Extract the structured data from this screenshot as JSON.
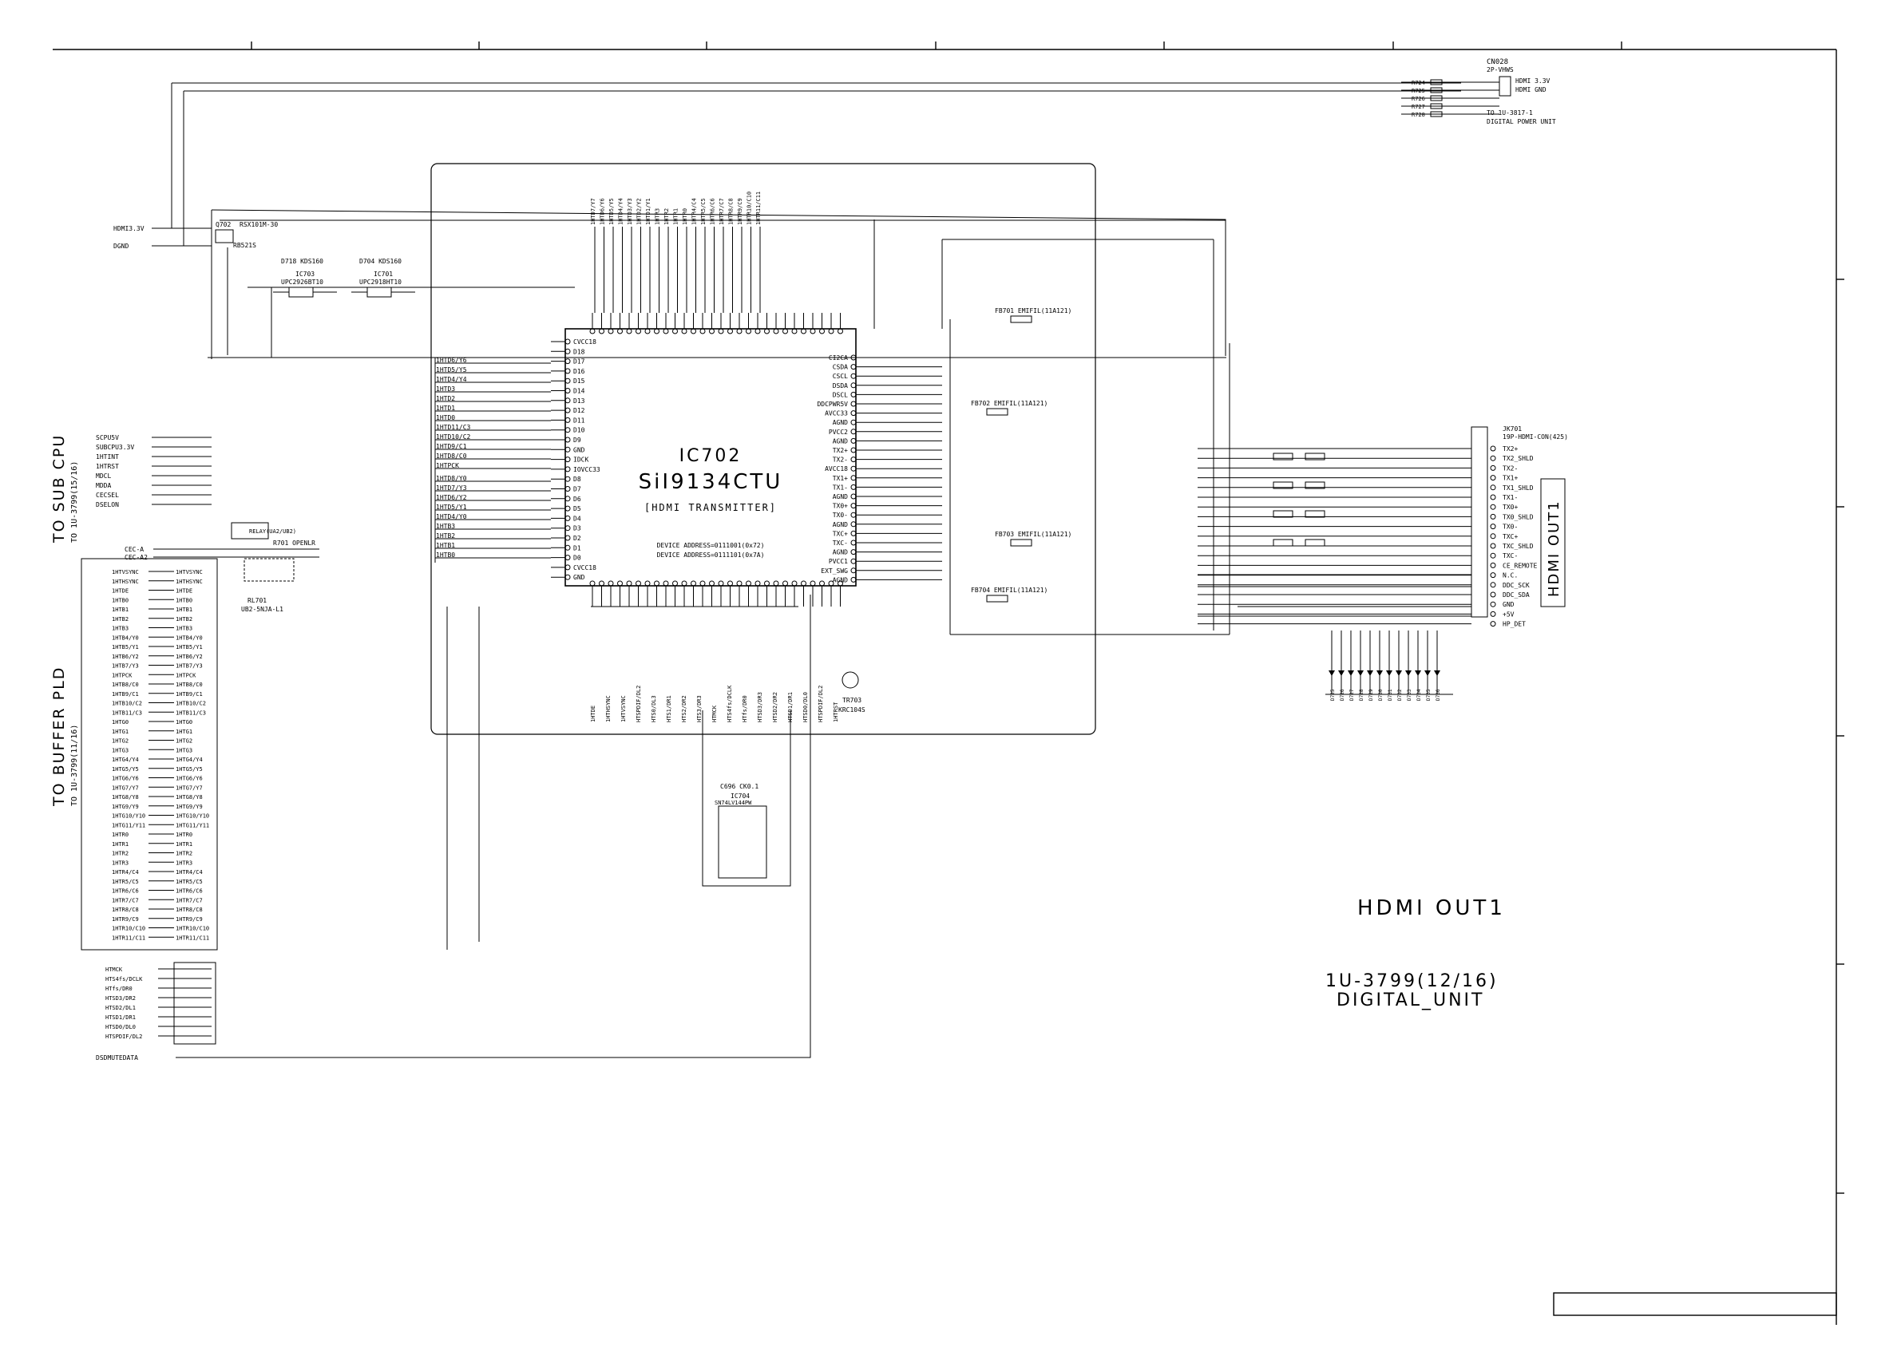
{
  "chip": {
    "ref": "IC702",
    "part": "SiI9134CTU",
    "desc": "[HDMI TRANSMITTER]",
    "addr1": "DEVICE ADDRESS=0111001(0x72)",
    "addr2": "DEVICE ADDRESS=0111101(0x7A)",
    "left_pins": [
      "CVCC18",
      "D18",
      "D17",
      "D16",
      "D15",
      "D14",
      "D13",
      "D12",
      "D11",
      "D10",
      "D9",
      "GND",
      "IDCK",
      "IOVCC33",
      "D8",
      "D7",
      "D6",
      "D5",
      "D4",
      "D3",
      "D2",
      "D1",
      "D0",
      "CVCC18",
      "GND"
    ],
    "right_pins": [
      "CI2CA",
      "CSDA",
      "CSCL",
      "DSDA",
      "DSCL",
      "DDCPWR5V",
      "AVCC33",
      "AGND",
      "PVCC2",
      "AGND",
      "TX2+",
      "TX2-",
      "AVCC18",
      "TX1+",
      "TX1-",
      "AGND",
      "TX0+",
      "TX0-",
      "AGND",
      "TXC+",
      "TXC-",
      "AGND",
      "PVCC1",
      "EXT_SWG",
      "AGND"
    ]
  },
  "left_bus_nets": [
    "1HTD6/Y6",
    "1HTD5/Y5",
    "1HTD4/Y4",
    "1HTD3",
    "1HTD2",
    "1HTD1",
    "1HTD0",
    "1HTD11/C3",
    "1HTD10/C2",
    "1HTD9/C1",
    "1HTD8/C0",
    "1HTPCK",
    "1HTD8/Y0",
    "1HTD7/Y3",
    "1HTD6/Y2",
    "1HTD5/Y1",
    "1HTD4/Y0",
    "1HTB3",
    "1HTB2",
    "1HTB1",
    "1HTB0"
  ],
  "top_bus_nets": [
    "1HTD7/Y7",
    "1HTD6/Y6",
    "1HTD5/Y5",
    "1HTD4/Y4",
    "1HTD3/Y3",
    "1HTD2/Y2",
    "1HTD1/Y1",
    "1HTR3",
    "1HTR2",
    "1HTR1",
    "1HTR0",
    "1HTR4/C4",
    "1HTR5/C5",
    "1HTR6/C6",
    "1HTR7/C7",
    "1HTR8/C8",
    "1HTR9/C9",
    "1HTR10/C10",
    "1HTR11/C11"
  ],
  "bottom_bus_nets": [
    "1HTDE",
    "1HTHSYNC",
    "1HTVSYNC",
    "HTSPDIF/DL2",
    "HTS0/DL3",
    "HTS1/DR1",
    "HTS2/DR2",
    "HTS3/DR3",
    "HTMCK",
    "HTS4fs/DCLK",
    "HTfs/DR0",
    "HTSD3/DR3",
    "HTSD2/DR2",
    "HTSD1/DR1",
    "HTSD0/DL0",
    "HTSPDIF/DL2",
    "1HTRST"
  ],
  "connector_top": {
    "ref": "CN028",
    "part": "2P-VHWS",
    "pins": [
      "HDMI 3.3V",
      "HDMI GND"
    ],
    "resistors": [
      "R724",
      "R725",
      "R726",
      "R727",
      "R728"
    ],
    "dest": "TO 1U-3817-1",
    "dest2": "DIGITAL POWER UNIT"
  },
  "hdmi_connector": {
    "ref": "JK701",
    "part": "19P-HDMI-CON(425)",
    "pins": [
      "TX2+",
      "TX2_SHLD",
      "TX2-",
      "TX1+",
      "TX1_SHLD",
      "TX1-",
      "TX0+",
      "TX0_SHLD",
      "TX0-",
      "TXC+",
      "TXC_SHLD",
      "TXC-",
      "CE_REMOTE",
      "N.C.",
      "DDC_SCK",
      "DDC_SDA",
      "GND",
      "+5V",
      "HP_DET"
    ],
    "vertical_label": "HDMI OUT1"
  },
  "sub_cpu": {
    "title": "TO SUB CPU",
    "ref": "TO 1U-3799(15/16)",
    "nets": [
      "SCPU5V",
      "SUBCPU3.3V",
      "1HTINT",
      "1HTRST",
      "MDCL",
      "MDDA",
      "CECSEL",
      "DSELON"
    ]
  },
  "buffer_pld": {
    "title": "TO BUFFER PLD",
    "ref": "TO 1U-3799(11/16)",
    "nets": [
      "1HTVSYNC",
      "1HTHSYNC",
      "1HTDE",
      "1HTB0",
      "1HTB1",
      "1HTB2",
      "1HTB3",
      "1HTB4/Y0",
      "1HTB5/Y1",
      "1HTB6/Y2",
      "1HTB7/Y3",
      "1HTPCK",
      "1HTB8/C0",
      "1HTB9/C1",
      "1HTB10/C2",
      "1HTB11/C3",
      "1HTG0",
      "1HTG1",
      "1HTG2",
      "1HTG3",
      "1HTG4/Y4",
      "1HTG5/Y5",
      "1HTG6/Y6",
      "1HTG7/Y7",
      "1HTG8/Y8",
      "1HTG9/Y9",
      "1HTG10/Y10",
      "1HTG11/Y11",
      "1HTR0",
      "1HTR1",
      "1HTR2",
      "1HTR3",
      "1HTR4/C4",
      "1HTR5/C5",
      "1HTR6/C6",
      "1HTR7/C7",
      "1HTR8/C8",
      "1HTR9/C9",
      "1HTR10/C10",
      "1HTR11/C11"
    ]
  },
  "audio_nets": [
    "HTMCK",
    "HTS4fs/DCLK",
    "HTfs/DR0",
    "HTSD3/DR2",
    "HTSD2/DL1",
    "HTSD1/DR1",
    "HTSD0/DL0",
    "HTSPDIF/DL2"
  ],
  "power_nets": [
    "HDMI3.3V",
    "DGND"
  ],
  "cec_nets": [
    "CEC-A",
    "CEC-A2"
  ],
  "osd_net": "DSDMUTEDATA",
  "relay": {
    "ref": "RL701",
    "part": "UB2-5NJA-L1",
    "label": "RELAY(UA2/UB2)",
    "ctrl": "R701 OPENLR"
  },
  "regulators": [
    {
      "ref": "IC703",
      "part": "UPC2926BT10",
      "diode": "D718 KDS160"
    },
    {
      "ref": "IC701",
      "part": "UPC2918HT10",
      "diode": "D704 KDS160"
    }
  ],
  "power_input": {
    "ref": "Q702",
    "part": "RSX101M-30",
    "diode": "RB521S"
  },
  "ferrites": [
    "FB701 EMIFIL(11A121)",
    "FB702 EMIFIL(11A121)",
    "FB703 EMIFIL(11A121)",
    "FB704 EMIFIL(11A121)"
  ],
  "buffer_ic": {
    "ref": "IC704",
    "part": "SN74LV144PW",
    "cap": "C696 CK0.1"
  },
  "transistor_rst": {
    "ref": "TR703",
    "part": "KRC104S"
  },
  "esd_diodes": [
    "D725",
    "D726",
    "D727",
    "D728",
    "D729",
    "D730",
    "D731",
    "D732",
    "D733",
    "D734",
    "D735",
    "D736"
  ],
  "page_title": "HDMI OUT1",
  "unit_ref": "1U-3799(12/16)",
  "unit_name": "DIGITAL_UNIT"
}
